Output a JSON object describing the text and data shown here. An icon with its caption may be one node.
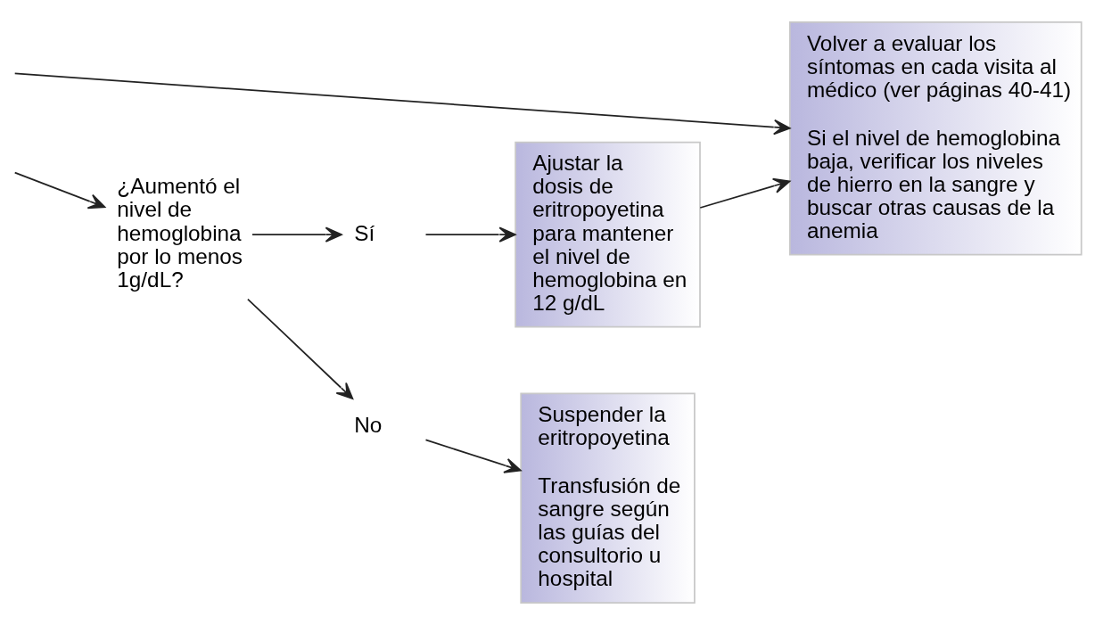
{
  "diagram": {
    "nodes": [
      {
        "text": [
          "Volver a evaluar los síntomas en cada visita al médico (ver páginas 40-41)",
          "Si el nivel de hemoglobina baja, verificar los niveles de hierro en la sangre y buscar otras causas de la anemia"
        ]
      },
      {
        "text": [
          "Ajustar la dosis de eritropoyetina para mantener el nivel de hemoglobina en 12 g/dL"
        ]
      },
      {
        "text": [
          "¿Aumentó el nivel de hemoglobina por lo menos 1g/dL?"
        ]
      },
      {
        "text": [
          "Sí"
        ]
      },
      {
        "text": [
          "No"
        ]
      },
      {
        "text": [
          "Suspender la eritropoyetina",
          "Transfusión de sangre según las guías del consultorio u hospital"
        ]
      }
    ],
    "edges": [
      {
        "from": null,
        "to": 0,
        "arrow": "to"
      },
      {
        "from": null,
        "to": 2,
        "arrow": "to"
      },
      {
        "from": 2,
        "to": 3,
        "arrow": "to"
      },
      {
        "from": 2,
        "to": 4,
        "arrow": "to"
      },
      {
        "from": 3,
        "to": 1,
        "arrow": "to"
      },
      {
        "from": 4,
        "to": 5,
        "arrow": "to"
      },
      {
        "from": 1,
        "to": 0,
        "arrow": "to"
      }
    ]
  }
}
